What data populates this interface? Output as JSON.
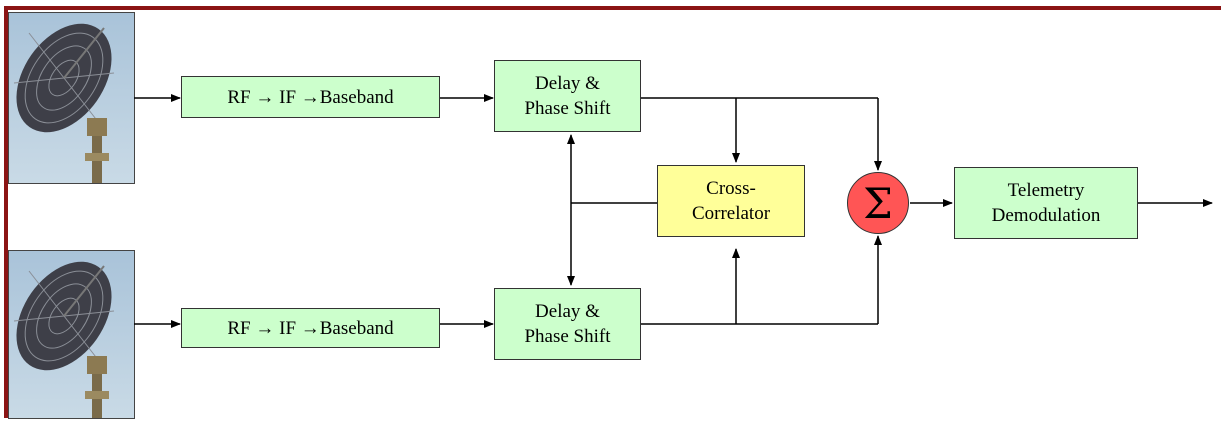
{
  "diagram": {
    "antennas": [
      {
        "id": "antenna-top"
      },
      {
        "id": "antenna-bottom"
      }
    ],
    "blocks": {
      "rf_top": "RF → IF →Baseband",
      "rf_bottom": "RF → IF →Baseband",
      "delay_top": [
        "Delay &",
        "Phase Shift"
      ],
      "delay_bottom": [
        "Delay &",
        "Phase Shift"
      ],
      "correlator": [
        "Cross-",
        "Correlator"
      ],
      "sum_symbol": "Σ",
      "telemetry": [
        "Telemetry",
        "Demodulation"
      ]
    },
    "colors": {
      "frame": "#8b1414",
      "processing_block": "#ccffcc",
      "correlator_block": "#ffff99",
      "summer": "#ff5555"
    }
  }
}
